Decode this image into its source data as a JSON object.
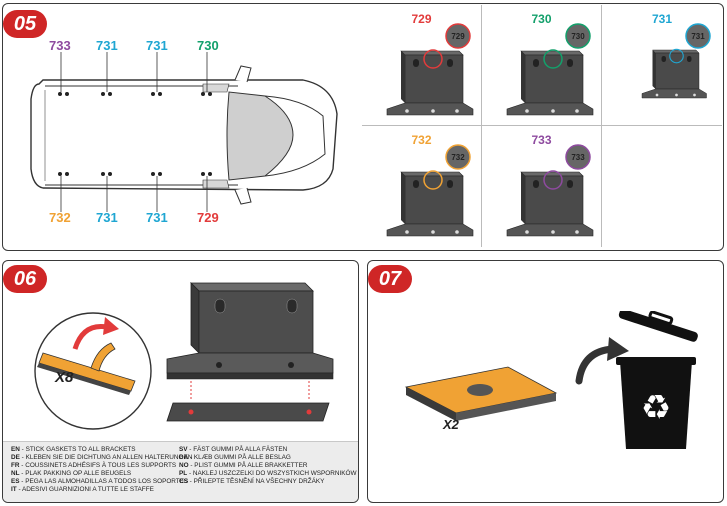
{
  "steps": {
    "s05": "05",
    "s06": "06",
    "s07": "07"
  },
  "van_labels": {
    "top": [
      "733",
      "731",
      "731",
      "730"
    ],
    "bottom": [
      "732",
      "731",
      "731",
      "729"
    ]
  },
  "brackets": [
    {
      "code": "729",
      "color": "#e23b3b"
    },
    {
      "code": "730",
      "color": "#13a06b"
    },
    {
      "code": "731",
      "color": "#1fa6d2"
    },
    {
      "code": "732",
      "color": "#f0a234"
    },
    {
      "code": "733",
      "color": "#8e4a9f"
    }
  ],
  "gasket_count": "X8",
  "pad_count": "X2",
  "instructions_left": [
    {
      "lang": "EN",
      "text": " - STICK GASKETS TO ALL BRACKETS"
    },
    {
      "lang": "DE",
      "text": " - KLEBEN SIE DIE DICHTUNG AN ALLEN HALTERUNGEN"
    },
    {
      "lang": "FR",
      "text": " - COUSSINETS ADHÉSIFS À TOUS LES SUPPORTS"
    },
    {
      "lang": "NL",
      "text": " - PLAK PAKKING OP ALLE BEUGELS"
    },
    {
      "lang": "ES",
      "text": " - PEGA LAS ALMOHADILLAS A TODOS LOS SOPORTES"
    },
    {
      "lang": "IT",
      "text": " - ADESIVI GUARNIZIONI A TUTTE LE STAFFE"
    }
  ],
  "instructions_right": [
    {
      "lang": "SV",
      "text": " - FÄST GUMMI PÅ ALLA FÄSTEN"
    },
    {
      "lang": "DA",
      "text": " - KLÆB GUMMI PÅ ALLE BESLAG"
    },
    {
      "lang": "NO",
      "text": " - PLIST GUMMI PÅ ALLE BRAKKETTER"
    },
    {
      "lang": "PL",
      "text": " - NAKLEJ USZCZELKI DO WSZYSTKICH WSPORNIKÓW"
    },
    {
      "lang": "CS",
      "text": " - PŘILEPTE TĚSNĚNÍ NA VŠECHNY DRŽÁKY"
    }
  ],
  "colors": {
    "accent": "#cf2626",
    "bracket": "#4a4a4a",
    "gasket": "#f0a234"
  },
  "icons": [
    "recycle-icon",
    "curved-arrow-icon",
    "trash-bin-icon"
  ]
}
